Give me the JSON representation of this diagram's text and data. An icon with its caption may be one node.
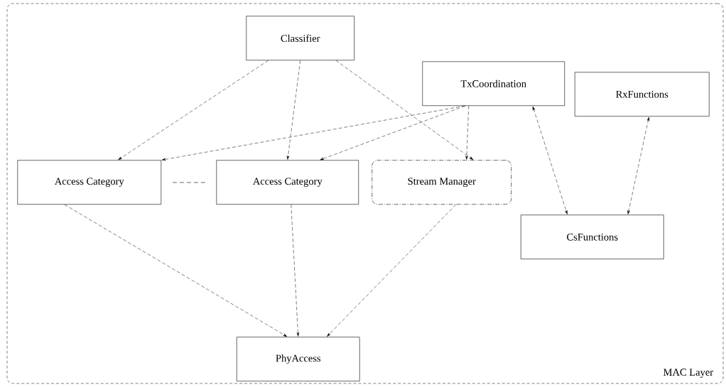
{
  "diagram": {
    "nodes": [
      {
        "text": [
          "MAC Layer"
        ]
      },
      {
        "text": [
          "Classifier"
        ],
        "in": 0
      },
      {
        "text": [
          "TxCoordination"
        ],
        "in": 0
      },
      {
        "text": [
          "RxFunctions"
        ],
        "in": 0
      },
      {
        "text": [
          "Access Category"
        ],
        "in": 0
      },
      {
        "text": [
          "Access Category"
        ],
        "in": 0
      },
      {
        "text": [
          "Stream Manager"
        ],
        "in": 0
      },
      {
        "text": [
          "CsFunctions"
        ],
        "in": 0
      },
      {
        "text": [
          "PhyAccess"
        ],
        "in": 0
      }
    ],
    "edges": [
      {
        "from": 1,
        "to": 4,
        "arrow": "to"
      },
      {
        "from": 1,
        "to": 5,
        "arrow": "to"
      },
      {
        "from": 1,
        "to": 6,
        "arrow": "to"
      },
      {
        "from": 2,
        "to": 4,
        "arrow": "to"
      },
      {
        "from": 2,
        "to": 5,
        "arrow": "to"
      },
      {
        "from": 2,
        "to": 6,
        "arrow": "to"
      },
      {
        "from": 2,
        "to": 7,
        "arrow": "both"
      },
      {
        "from": 3,
        "to": 7,
        "arrow": "both"
      },
      {
        "from": 4,
        "to": 8,
        "arrow": "to"
      },
      {
        "from": 5,
        "to": 8,
        "arrow": "to"
      },
      {
        "from": 6,
        "to": 8,
        "arrow": "to"
      }
    ]
  }
}
